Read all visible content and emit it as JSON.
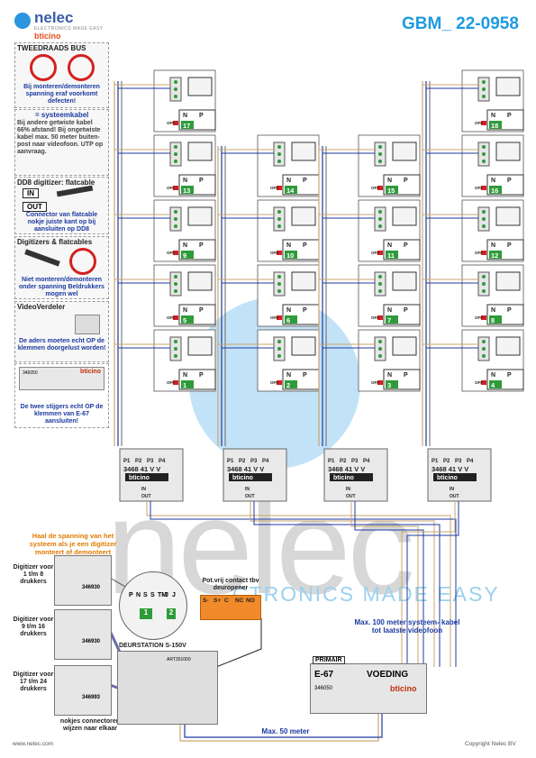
{
  "header": {
    "brand": "nelec",
    "brand_sub": "ELECTRONICS MADE EASY",
    "partner": "bticino",
    "doc_id": "GBM_ 22-0958"
  },
  "panels": {
    "two_wire": {
      "title": "TWEEDRAADS BUS",
      "text": "Bij monteren/demonteren spanning eraf voorkomt defecten!"
    },
    "cable": {
      "title": "= systeemkabel",
      "text": "Bij andere getwiste kabel 66% afstand! Bij ongetwiste kabel max. 50 meter buiten- post naar videofoon. UTP op aanvraag."
    },
    "dd8": {
      "title": "DD8 digitizer: flatcable",
      "in": "IN",
      "out": "OUT",
      "text": "Connector van flatcable nokje juiste kant op bij aansluiten op DD8"
    },
    "digitizers": {
      "title": "Digitizers & flatcables",
      "text": "Niet monteren/demonteren onder spanning Beldrukkers mogen wel"
    },
    "video_splitter": {
      "title": "VideoVerdeler",
      "text": "De aders moeten echt OP de klemmen doorgelust worden!"
    },
    "e67": {
      "part": "346050",
      "brand": "bticino",
      "text": "De twee stijgers echt OP de klemmen van E-67 aansluiten!"
    }
  },
  "risers": [
    {
      "units": [
        "17",
        "13",
        "9",
        "5",
        "1"
      ]
    },
    {
      "units": [
        "14",
        "10",
        "6",
        "2"
      ]
    },
    {
      "units": [
        "15",
        "11",
        "7",
        "3"
      ]
    },
    {
      "units": [
        "18",
        "16",
        "12",
        "8",
        "4"
      ]
    }
  ],
  "unit_labels": {
    "n": "N",
    "p": "P",
    "off": "OFF"
  },
  "splitter": {
    "terminals": [
      "P1",
      "P2",
      "P3",
      "P4"
    ],
    "codes": "3468 41 V V",
    "brand": "bticino",
    "in": "IN",
    "out": "OUT"
  },
  "digitizer_note": "Haal de spanning van het systeem als je een digitizer monteert of demonteert",
  "digitizers": [
    {
      "label": "Digitizer voor 1 t/m 8 drukkers",
      "code": "346930"
    },
    {
      "label": "Digitizer voor 9 t/m 16 drukkers",
      "code": "346930"
    },
    {
      "label": "Digitizer voor 17 t/m 24 drukkers",
      "code": "346993"
    }
  ],
  "notch_note": "nokjes connectoren wijzen naar elkaar",
  "door_station": {
    "label": "DEURSTATION S-150V",
    "code": "ART351000",
    "terminals": [
      "P",
      "N",
      "S",
      "S",
      "TM",
      "J",
      "J"
    ],
    "slot_1": "1",
    "slot_2": "2"
  },
  "relay": {
    "label": "Pot.vrij contact tbv deuropener",
    "terminals": [
      "S-",
      "S+",
      "C",
      "NC",
      "NO"
    ]
  },
  "power": {
    "primary": "PRIMAIR",
    "model": "E-67",
    "title": "VOEDING",
    "code": "346050",
    "brand": "bticino"
  },
  "notes": {
    "max100": "Max. 100 meter systeem- kabel tot laatste videofoon",
    "max50": "Max. 50 meter"
  },
  "footer": {
    "left": "www.nelec.com",
    "right": "Copyright Nelec BV"
  },
  "watermark": {
    "word": "nelec",
    "slogan": "CTRONICS MADE EASY"
  }
}
